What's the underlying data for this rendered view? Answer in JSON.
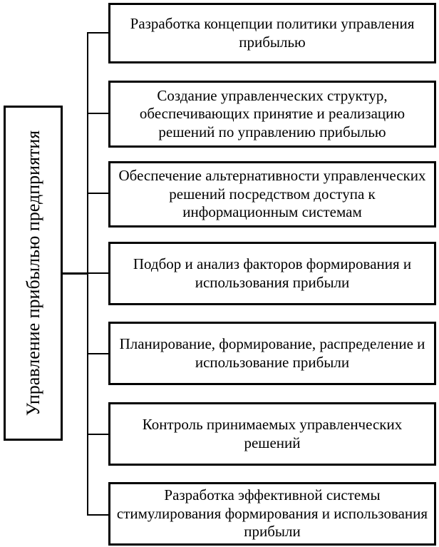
{
  "root": {
    "label": "Управление прибылью предприятия"
  },
  "boxes": [
    {
      "text": "Разработка концепции политики управления прибылью"
    },
    {
      "text": "Создание управленческих структур, обеспечивающих принятие и реализацию решений по управлению прибылью"
    },
    {
      "text": "Обеспечение альтернативности управленческих решений посредством доступа к информационным системам"
    },
    {
      "text": "Подбор и анализ факторов формирования и использования прибыли"
    },
    {
      "text": "Планирование, формирование, распределение и использование прибыли"
    },
    {
      "text": "Контроль принимаемых управленческих решений"
    },
    {
      "text": "Разработка эффективной системы стимулирования формирования и использования прибыли"
    }
  ]
}
